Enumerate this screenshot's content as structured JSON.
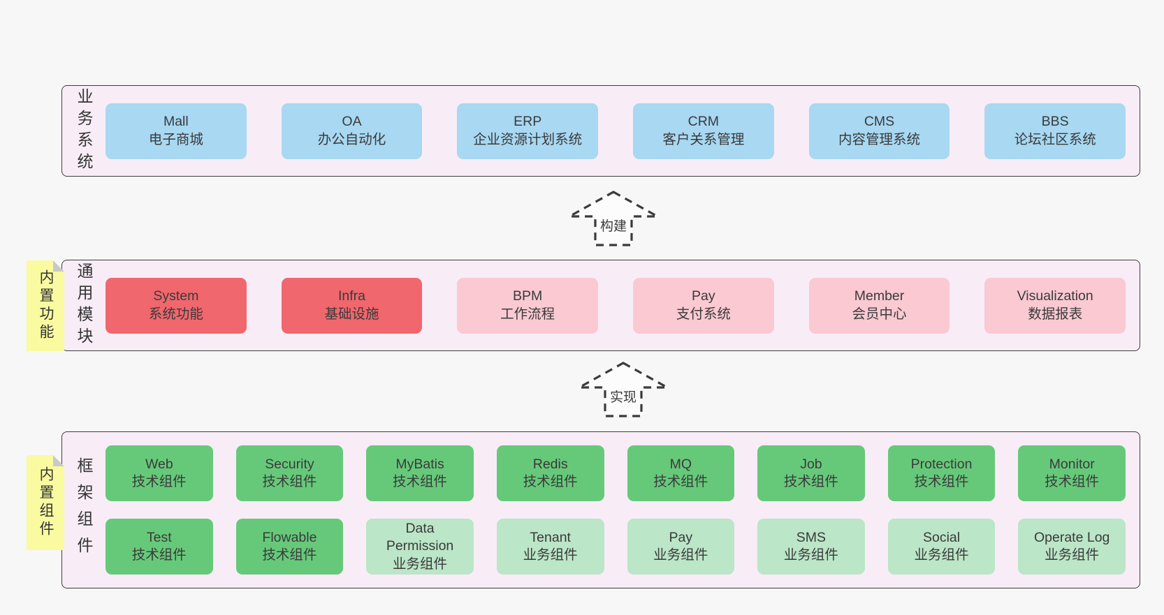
{
  "colors": {
    "page_bg": "#f7f7f7",
    "band_bg": "#f8edf6",
    "band_border": "#3c3c3c",
    "text": "#3a3a3a",
    "blue": "#a8d8f2",
    "red": "#f0676d",
    "pink": "#fac9d2",
    "green": "#66c97a",
    "green_light": "#bbe6c7",
    "yellow": "#fafaa0",
    "fold_gray": "#c9c9c9"
  },
  "arrows": [
    {
      "label": "构建"
    },
    {
      "label": "实现"
    }
  ],
  "layers": [
    {
      "label": "业务系统",
      "boxes": [
        {
          "name": "Mall",
          "desc": "电子商城"
        },
        {
          "name": "OA",
          "desc": "办公自动化"
        },
        {
          "name": "ERP",
          "desc": "企业资源计划系统"
        },
        {
          "name": "CRM",
          "desc": "客户关系管理"
        },
        {
          "name": "CMS",
          "desc": "内容管理系统"
        },
        {
          "name": "BBS",
          "desc": "论坛社区系统"
        }
      ]
    },
    {
      "label": "通用模块",
      "tag": "内置功能",
      "boxes": [
        {
          "name": "System",
          "desc": "系统功能"
        },
        {
          "name": "Infra",
          "desc": "基础设施"
        },
        {
          "name": "BPM",
          "desc": "工作流程"
        },
        {
          "name": "Pay",
          "desc": "支付系统"
        },
        {
          "name": "Member",
          "desc": "会员中心"
        },
        {
          "name": "Visualization",
          "desc": "数据报表"
        }
      ]
    },
    {
      "label": "框架组件",
      "tag": "内置组件",
      "rows": [
        [
          {
            "name": "Web",
            "desc": "技术组件"
          },
          {
            "name": "Security",
            "desc": "技术组件"
          },
          {
            "name": "MyBatis",
            "desc": "技术组件"
          },
          {
            "name": "Redis",
            "desc": "技术组件"
          },
          {
            "name": "MQ",
            "desc": "技术组件"
          },
          {
            "name": "Job",
            "desc": "技术组件"
          },
          {
            "name": "Protection",
            "desc": "技术组件"
          },
          {
            "name": "Monitor",
            "desc": "技术组件"
          }
        ],
        [
          {
            "name": "Test",
            "desc": "技术组件"
          },
          {
            "name": "Flowable",
            "desc": "技术组件"
          },
          {
            "name": "Data Permission",
            "desc": "业务组件"
          },
          {
            "name": "Tenant",
            "desc": "业务组件"
          },
          {
            "name": "Pay",
            "desc": "业务组件"
          },
          {
            "name": "SMS",
            "desc": "业务组件"
          },
          {
            "name": "Social",
            "desc": "业务组件"
          },
          {
            "name": "Operate Log",
            "desc": "业务组件"
          }
        ]
      ]
    }
  ]
}
